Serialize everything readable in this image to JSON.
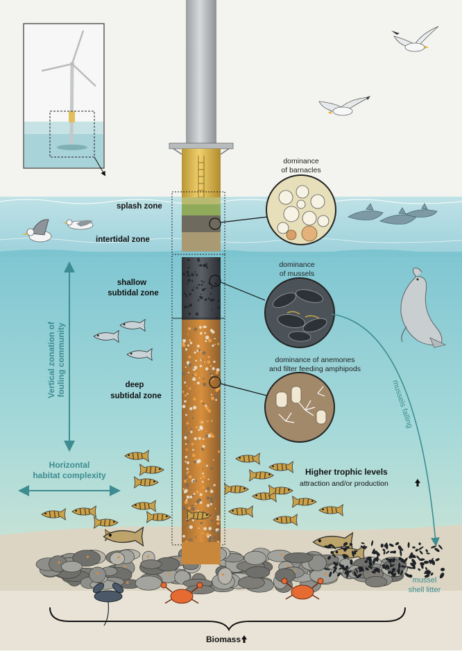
{
  "zones": {
    "splash": "splash zone",
    "intertidal": "intertidal zone",
    "shallow_line1": "shallow",
    "shallow_line2": "subtidal zone",
    "deep_line1": "deep",
    "deep_line2": "subtidal zone"
  },
  "callouts": {
    "barnacles_line1": "dominance",
    "barnacles_line2": "of barnacles",
    "mussels_line1": "dominance",
    "mussels_line2": "of mussels",
    "anemones_line1": "dominance of anemones",
    "anemones_line2": "and filter feeding amphipods"
  },
  "side_labels": {
    "vertical_line1": "Vertical zonation of",
    "vertical_line2": "fouling community",
    "horizontal_line1": "Horizontal",
    "horizontal_line2": "habitat complexity"
  },
  "trophic": {
    "title": "Higher trophic levels",
    "subtitle": "attraction and/or production"
  },
  "mussels_falling": "mussels falling",
  "litter": {
    "line1": "mussel",
    "line2": "shell litter"
  },
  "biomass": "Biomass",
  "colors": {
    "sky": "#f4f4f2",
    "sea_surface": "#a8d7df",
    "water_top": "#8fcfd8",
    "water_bottom": "#b9dfd6",
    "seabed": "#d9d2bf",
    "tower": "#c9cccd",
    "transition_piece": "#e2bf5a",
    "fouling_orange": "#d88a2b",
    "teal_label": "#3c8c91"
  }
}
